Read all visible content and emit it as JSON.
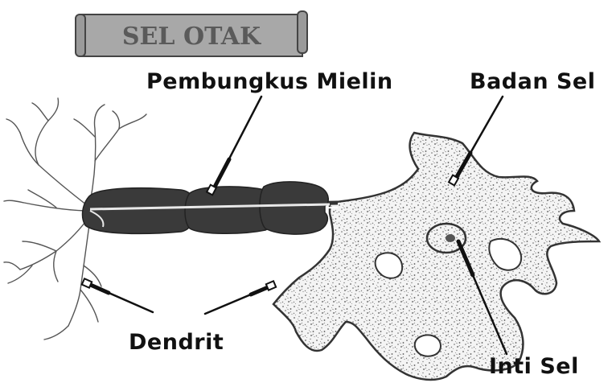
{
  "diagram": {
    "title": "SEL OTAK",
    "labels": {
      "myelin": "Pembungkus Mielin",
      "cell_body": "Badan Sel",
      "dendrite": "Dendrit",
      "nucleus": "Inti Sel"
    },
    "colors": {
      "banner_fill": "#a8a8a8",
      "banner_text": "#5a5a5a",
      "myelin": "#3a3a3a",
      "outline": "#333333",
      "stipple": "#555555"
    }
  }
}
